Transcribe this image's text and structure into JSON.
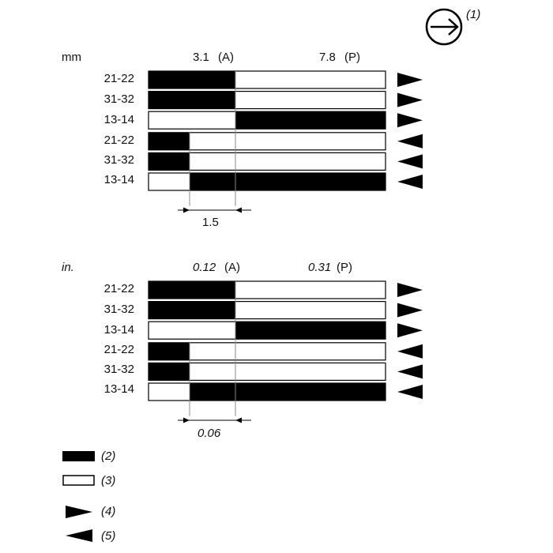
{
  "header": {
    "symbol_icon": "circle-arrow-right-icon",
    "symbol_label": "(1)"
  },
  "diagrams": [
    {
      "unit": "mm",
      "unit_italic": false,
      "pos_a_value": "3.1",
      "pos_a_suffix": "(A)",
      "pos_p_value": "7.8",
      "pos_p_suffix": "(P)",
      "values_italic": false,
      "overtravel_dimension": "1.5",
      "rows": [
        {
          "label": "21-22",
          "pattern": "closed-to-A",
          "direction": "right"
        },
        {
          "label": "31-32",
          "pattern": "closed-to-A",
          "direction": "right"
        },
        {
          "label": "13-14",
          "pattern": "closed-from-A",
          "direction": "right"
        },
        {
          "label": "21-22",
          "pattern": "closed-to-B",
          "direction": "left"
        },
        {
          "label": "31-32",
          "pattern": "closed-to-B",
          "direction": "left"
        },
        {
          "label": "13-14",
          "pattern": "closed-from-B",
          "direction": "left"
        }
      ]
    },
    {
      "unit": "in.",
      "unit_italic": true,
      "pos_a_value": "0.12",
      "pos_a_suffix": "(A)",
      "pos_p_value": "0.31",
      "pos_p_suffix": "(P)",
      "values_italic": true,
      "overtravel_dimension": "0.06",
      "rows": [
        {
          "label": "21-22",
          "pattern": "closed-to-A",
          "direction": "right"
        },
        {
          "label": "31-32",
          "pattern": "closed-to-A",
          "direction": "right"
        },
        {
          "label": "13-14",
          "pattern": "closed-from-A",
          "direction": "right"
        },
        {
          "label": "21-22",
          "pattern": "closed-to-B",
          "direction": "left"
        },
        {
          "label": "31-32",
          "pattern": "closed-to-B",
          "direction": "left"
        },
        {
          "label": "13-14",
          "pattern": "closed-from-B",
          "direction": "left"
        }
      ]
    }
  ],
  "legend": [
    {
      "icon": "black-bar-icon",
      "label": "(2)"
    },
    {
      "icon": "white-bar-icon",
      "label": "(3)"
    },
    {
      "icon": "right-triangle-icon",
      "label": "(4)"
    },
    {
      "icon": "left-triangle-icon",
      "label": "(5)"
    }
  ],
  "colors": {
    "contact_closed": "#000000",
    "contact_open": "#ffffff",
    "line": "#000000",
    "guide": "#888888"
  }
}
